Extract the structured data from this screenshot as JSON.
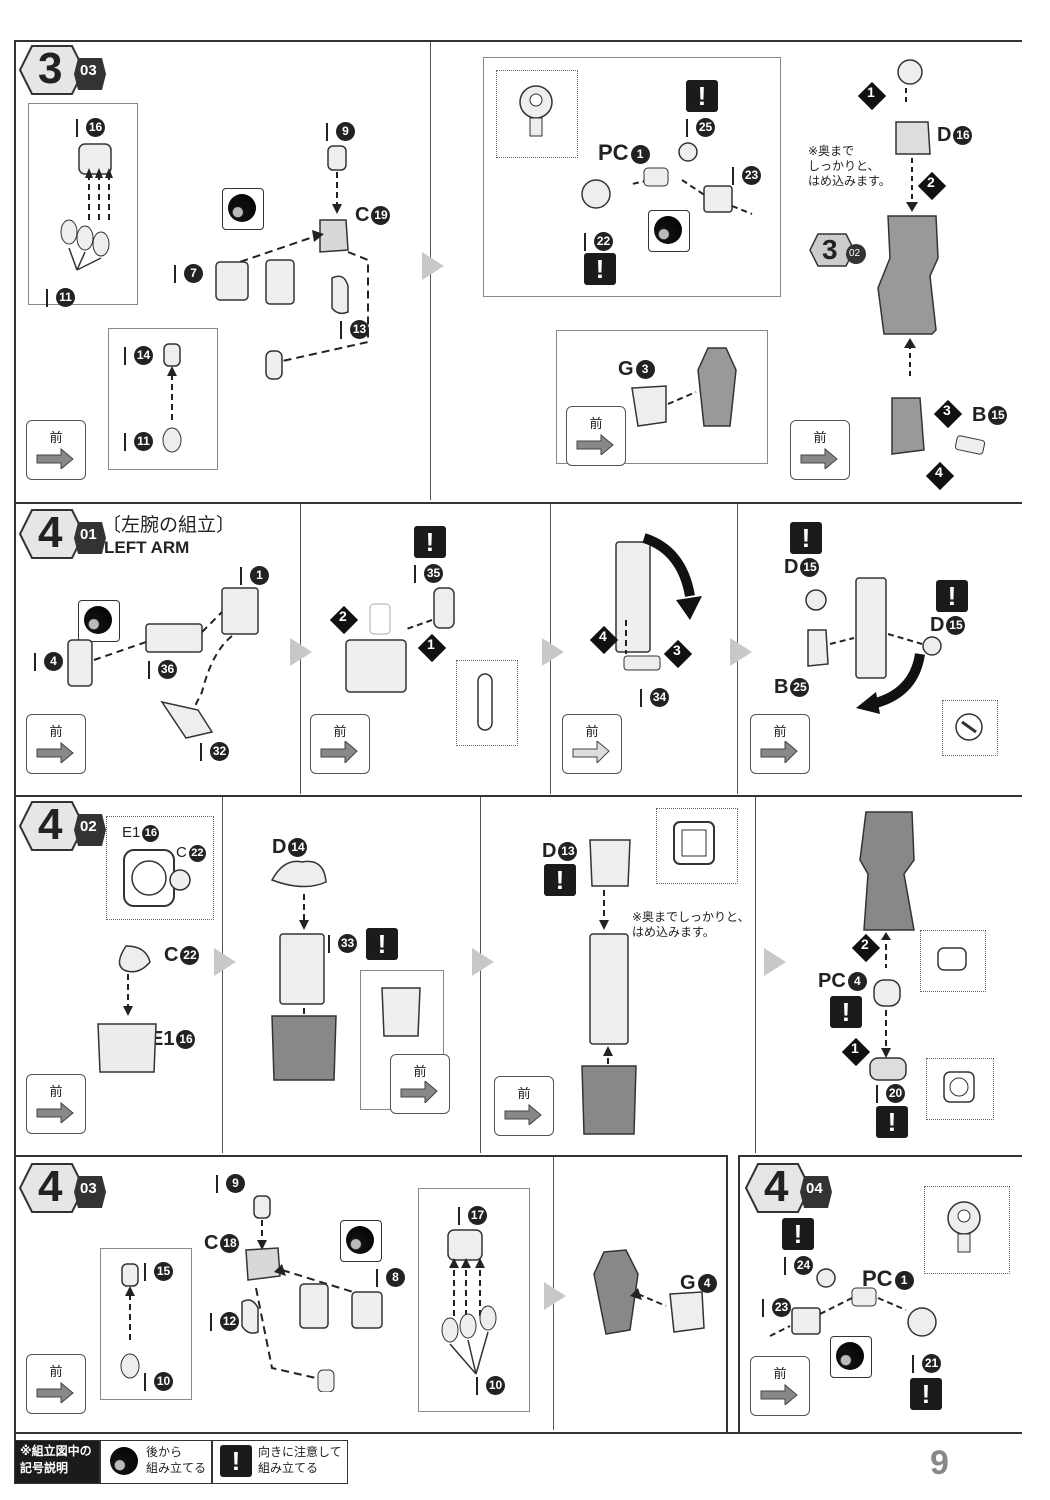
{
  "front_label": "前",
  "page_number": "9",
  "sections": {
    "s3_03": {
      "step": "3",
      "sub": "03",
      "parts": {
        "i16": "16",
        "i9": "9",
        "c19": "19",
        "i7": "7",
        "i11a": "11",
        "i13": "13",
        "i14": "14",
        "i11b": "11",
        "pc1": "1",
        "i25": "25",
        "i23": "23",
        "i22": "22",
        "d16": "16",
        "g3": "3",
        "b15": "15"
      },
      "prefix": {
        "I": "I",
        "C": "C",
        "PC": "PC",
        "D": "D",
        "G": "G",
        "B": "B"
      },
      "note": "※奥まで\nしっかりと、\nはめ込みます。",
      "ref_step": "3",
      "ref_sub": "02",
      "callouts": [
        "1",
        "2",
        "3",
        "4"
      ]
    },
    "s4_01": {
      "step": "4",
      "sub": "01",
      "title_ja": "〔左腕の組立〕",
      "title_en": "LEFT ARM",
      "parts": {
        "i1": "1",
        "i4": "4",
        "i36": "36",
        "i32": "32",
        "i35": "35",
        "i34": "34",
        "d15a": "15",
        "d15b": "15",
        "b25": "25"
      },
      "callouts": [
        "2",
        "1",
        "4",
        "3"
      ]
    },
    "s4_02": {
      "step": "4",
      "sub": "02",
      "parts": {
        "e16a": "16",
        "c22a": "22",
        "c22b": "22",
        "e16b": "16",
        "d14": "14",
        "i33": "33",
        "d13": "13",
        "pc4": "4",
        "i20": "20"
      },
      "prefix": {
        "E1": "E1",
        "C": "C",
        "D": "D",
        "PC": "PC",
        "I": "I"
      },
      "note": "※奥までしっかりと、\nはめ込みます。",
      "callouts": [
        "2",
        "1"
      ]
    },
    "s4_03": {
      "step": "4",
      "sub": "03",
      "parts": {
        "i9": "9",
        "c18": "18",
        "i15": "15",
        "i8": "8",
        "i12": "12",
        "i10a": "10",
        "i17": "17",
        "i10b": "10",
        "g4": "4"
      }
    },
    "s4_04": {
      "step": "4",
      "sub": "04",
      "parts": {
        "i24": "24",
        "pc1": "1",
        "i23": "23",
        "i21": "21"
      }
    }
  },
  "legend": {
    "title": "※組立図中の\n記号説明",
    "rev_text": "後から\n組み立てる",
    "caution_symbol": "!",
    "caution_text": "向きに注意して\n組み立てる"
  }
}
